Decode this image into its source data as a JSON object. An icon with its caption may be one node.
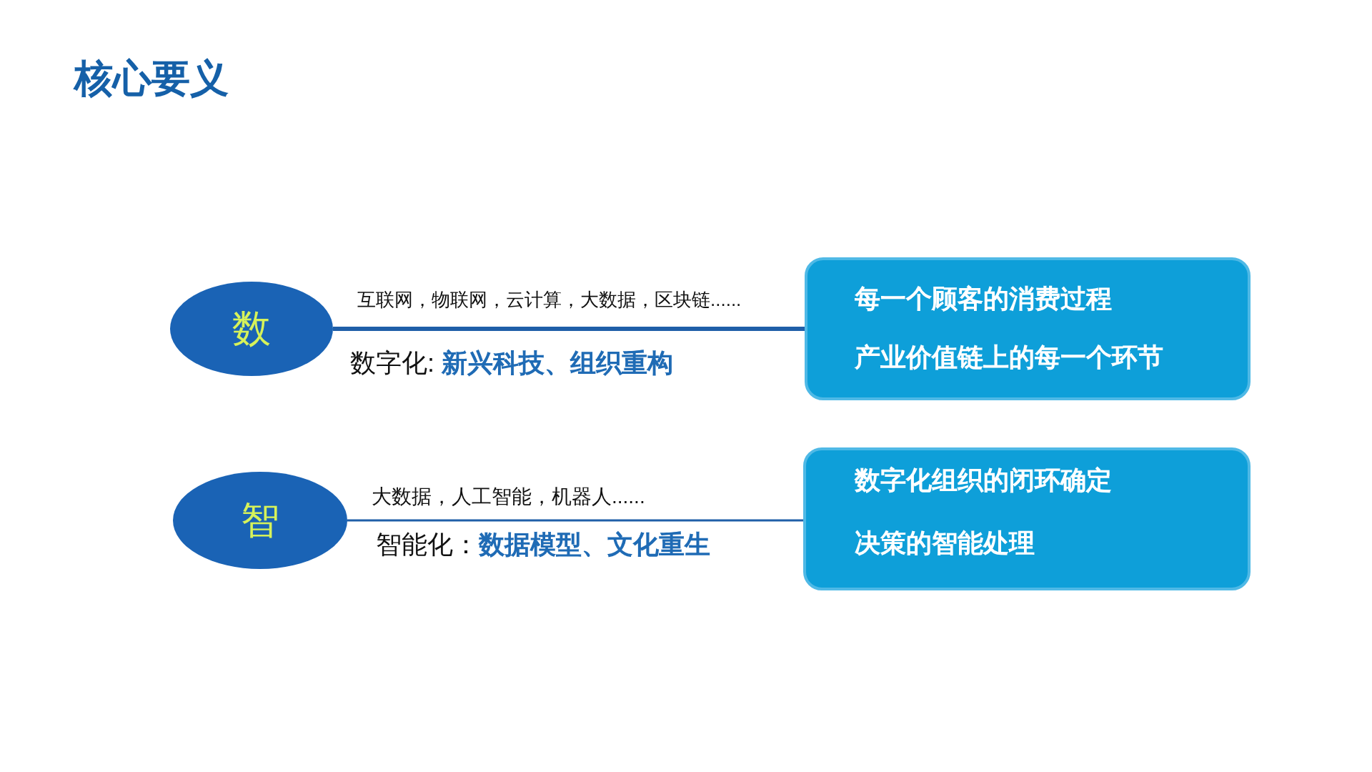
{
  "diagram": {
    "title": "核心要义",
    "nodes": [
      {
        "text": [
          "数"
        ]
      },
      {
        "text": [
          "每一个顾客的消费过程",
          "产业价值链上的每一个环节"
        ]
      },
      {
        "text": [
          "智"
        ]
      },
      {
        "text": [
          "数字化组织的闭环确定",
          "决策的智能处理"
        ]
      }
    ],
    "edges": [
      {
        "from": 0,
        "to": 1,
        "arrow": "none",
        "label": "互联网，物联网，云计算，大数据，区块链......",
        "style": "thick"
      },
      {
        "from": 2,
        "to": 3,
        "arrow": "none",
        "label": "大数据，人工智能，机器人......"
      }
    ],
    "labels": [
      "数字化: **新兴科技、组织重构**",
      "智能化：**数据模型、文化重生**"
    ]
  }
}
